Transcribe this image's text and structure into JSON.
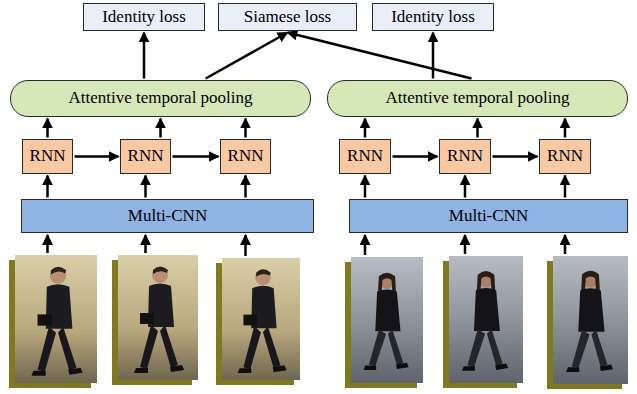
{
  "diagram": {
    "nodes": [
      {
        "text": [
          "Identity loss"
        ]
      },
      {
        "text": [
          "Siamese loss"
        ]
      },
      {
        "text": [
          "Identity loss"
        ]
      },
      {
        "text": [
          "Attentive temporal pooling"
        ]
      },
      {
        "text": [
          "Attentive temporal pooling"
        ]
      },
      {
        "text": [
          "RNN"
        ]
      },
      {
        "text": [
          "RNN"
        ]
      },
      {
        "text": [
          "RNN"
        ]
      },
      {
        "text": [
          "RNN"
        ]
      },
      {
        "text": [
          "RNN"
        ]
      },
      {
        "text": [
          "RNN"
        ]
      },
      {
        "text": [
          "Multi-CNN"
        ]
      },
      {
        "text": [
          "Multi-CNN"
        ]
      }
    ],
    "edges": [
      {
        "from": 3,
        "to": 0,
        "arrow": "to"
      },
      {
        "from": 3,
        "to": 1,
        "arrow": "to"
      },
      {
        "from": 4,
        "to": 1,
        "arrow": "to"
      },
      {
        "from": 4,
        "to": 2,
        "arrow": "to"
      },
      {
        "from": 5,
        "to": 3,
        "arrow": "to"
      },
      {
        "from": 6,
        "to": 3,
        "arrow": "to"
      },
      {
        "from": 7,
        "to": 3,
        "arrow": "to"
      },
      {
        "from": 8,
        "to": 4,
        "arrow": "to"
      },
      {
        "from": 9,
        "to": 4,
        "arrow": "to"
      },
      {
        "from": 10,
        "to": 4,
        "arrow": "to"
      },
      {
        "from": 5,
        "to": 6,
        "arrow": "to"
      },
      {
        "from": 6,
        "to": 7,
        "arrow": "to"
      },
      {
        "from": 8,
        "to": 9,
        "arrow": "to"
      },
      {
        "from": 9,
        "to": 10,
        "arrow": "to"
      },
      {
        "from": 11,
        "to": 5,
        "arrow": "to"
      },
      {
        "from": 11,
        "to": 6,
        "arrow": "to"
      },
      {
        "from": 11,
        "to": 7,
        "arrow": "to"
      },
      {
        "from": 12,
        "to": 8,
        "arrow": "to"
      },
      {
        "from": 12,
        "to": 9,
        "arrow": "to"
      },
      {
        "from": 12,
        "to": 10,
        "arrow": "to"
      }
    ]
  }
}
